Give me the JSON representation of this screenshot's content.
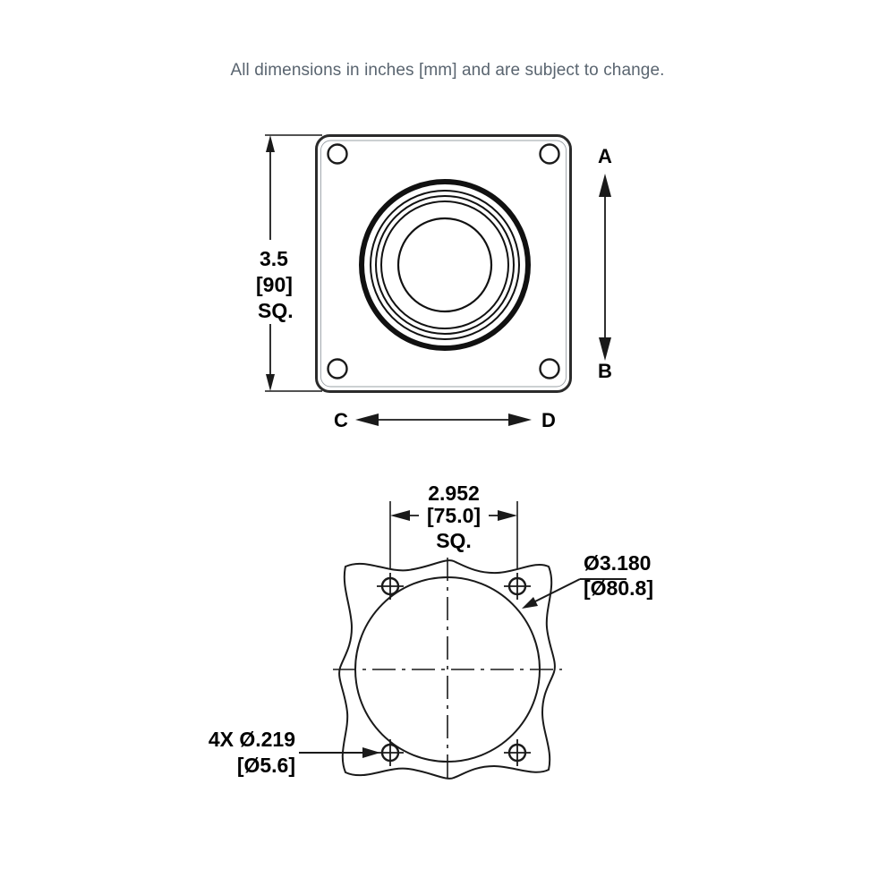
{
  "sheet": {
    "note": "All dimensions in inches [mm] and are subject to change."
  },
  "views": {
    "front": {
      "name": "front-view",
      "dimensions": {
        "height_in": "3.5",
        "height_mm": "[90]",
        "height_qualifier": "SQ."
      },
      "section_marks": {
        "top": "A",
        "bottom": "B",
        "left": "C",
        "right": "D"
      }
    },
    "mounting": {
      "name": "mounting-pattern-view",
      "bolt_circle": {
        "value_in": "2.952",
        "value_mm": "[75.0]",
        "qualifier": "SQ."
      },
      "bore": {
        "value_in": "Ø3.180",
        "value_mm": "[Ø80.8]"
      },
      "holes": {
        "count_and_size": "4X Ø.219",
        "value_mm": "[Ø5.6]"
      }
    }
  },
  "colors": {
    "line": "#000000",
    "note_text": "#5a6570",
    "background": "#ffffff"
  }
}
